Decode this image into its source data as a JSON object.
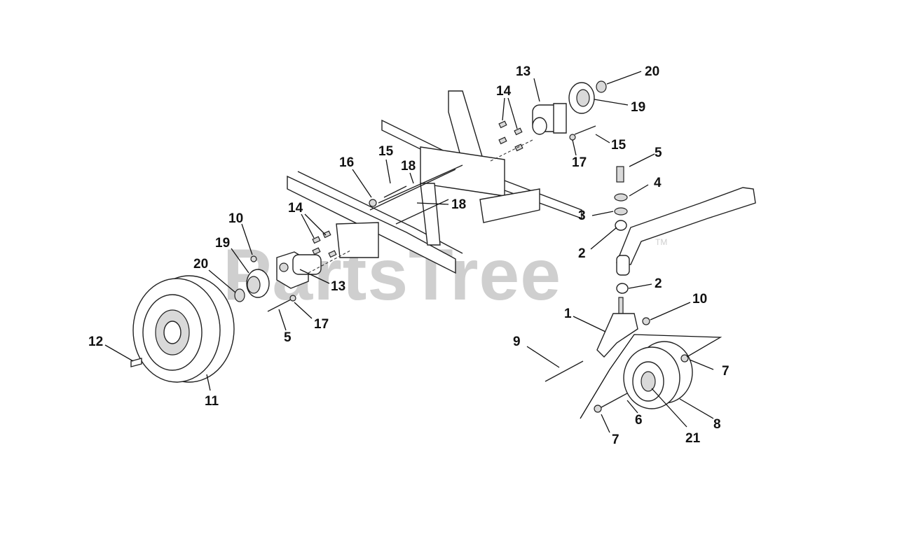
{
  "watermark": {
    "text": "PartsTree",
    "trademark": "TM"
  },
  "callouts": [
    {
      "id": "c13a",
      "label": "13"
    },
    {
      "id": "c20a",
      "label": "20"
    },
    {
      "id": "c14a",
      "label": "14"
    },
    {
      "id": "c19a",
      "label": "19"
    },
    {
      "id": "c15a",
      "label": "15"
    },
    {
      "id": "c17a",
      "label": "17"
    },
    {
      "id": "c16",
      "label": "16"
    },
    {
      "id": "c18a",
      "label": "18"
    },
    {
      "id": "c18b",
      "label": "18"
    },
    {
      "id": "c5a",
      "label": "5"
    },
    {
      "id": "c4",
      "label": "4"
    },
    {
      "id": "c3",
      "label": "3"
    },
    {
      "id": "c2a",
      "label": "2"
    },
    {
      "id": "c2b",
      "label": "2"
    },
    {
      "id": "c10a",
      "label": "10"
    },
    {
      "id": "c14b",
      "label": "14"
    },
    {
      "id": "c19b",
      "label": "19"
    },
    {
      "id": "c20b",
      "label": "20"
    },
    {
      "id": "c13b",
      "label": "13"
    },
    {
      "id": "c17b",
      "label": "17"
    },
    {
      "id": "c5b",
      "label": "5"
    },
    {
      "id": "c12",
      "label": "12"
    },
    {
      "id": "c11",
      "label": "11"
    },
    {
      "id": "c1",
      "label": "1"
    },
    {
      "id": "c10b",
      "label": "10"
    },
    {
      "id": "c9",
      "label": "9"
    },
    {
      "id": "c7a",
      "label": "7"
    },
    {
      "id": "c7b",
      "label": "7"
    },
    {
      "id": "c6",
      "label": "6"
    },
    {
      "id": "c21",
      "label": "21"
    },
    {
      "id": "c8",
      "label": "8"
    }
  ]
}
